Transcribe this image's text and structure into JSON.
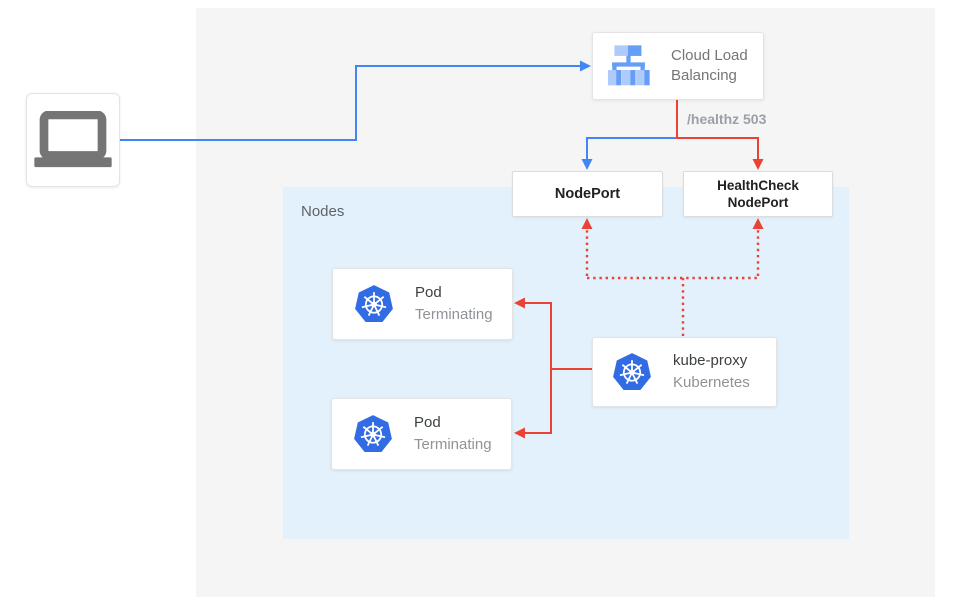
{
  "colors": {
    "traffic_blue": "#4285f4",
    "health_red": "#ea4335",
    "panel_gray": "#f5f5f5",
    "nodes_blue": "#e3f1fd",
    "kubernetes_blue": "#326ce5",
    "icon_gray": "#757575"
  },
  "client": {
    "icon": "laptop-icon"
  },
  "load_balancer": {
    "icon": "cloud-load-balancing-icon",
    "label_line1": "Cloud Load",
    "label_line2": "Balancing"
  },
  "health_check_annotation": "/healthz 503",
  "node_port": {
    "label": "NodePort"
  },
  "health_check_node_port": {
    "label_line1": "HealthCheck",
    "label_line2": "NodePort"
  },
  "nodes_panel": {
    "label": "Nodes"
  },
  "pods": [
    {
      "icon": "kubernetes-icon",
      "title": "Pod",
      "status": "Terminating"
    },
    {
      "icon": "kubernetes-icon",
      "title": "Pod",
      "status": "Terminating"
    }
  ],
  "kube_proxy": {
    "icon": "kubernetes-icon",
    "title": "kube-proxy",
    "subtitle": "Kubernetes"
  }
}
